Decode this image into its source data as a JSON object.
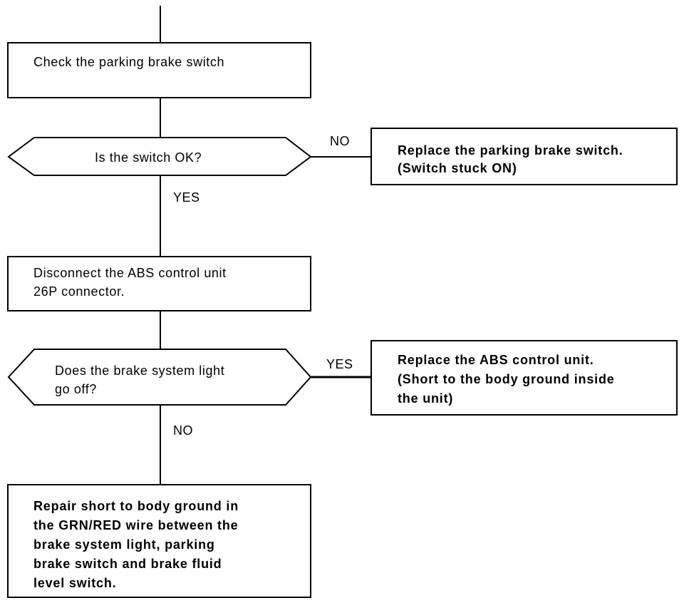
{
  "steps": {
    "check_switch": [
      "Check the parking brake switch"
    ],
    "disconnect": [
      "Disconnect the ABS control unit",
      "26P connector."
    ],
    "repair": [
      "Repair short to body ground in",
      "the GRN/RED wire between the",
      "brake system light, parking",
      "brake switch and brake fluid",
      "level switch."
    ]
  },
  "decisions": {
    "switch_ok": [
      "Is the switch OK?"
    ],
    "light_off": [
      "Does the brake system light",
      "go off?"
    ]
  },
  "outcomes": {
    "replace_switch": [
      "Replace the parking brake switch.",
      "(Switch stuck ON)"
    ],
    "replace_abs": [
      "Replace the ABS control unit.",
      "(Short to the body ground inside",
      "the unit)"
    ]
  },
  "labels": {
    "no_1": "NO",
    "yes_1": "YES",
    "yes_2": "YES",
    "no_2": "NO"
  }
}
